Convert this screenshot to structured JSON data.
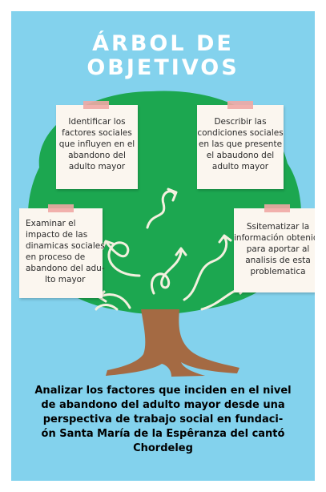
{
  "title": {
    "line1": "ÁRBOL DE",
    "line2": "OBJETIVOS"
  },
  "colors": {
    "background": "#83d2ed",
    "canopy": "#1ca750",
    "trunk": "#a46a43",
    "note": "#fbf6ef",
    "tape": "#f0a9a4",
    "title": "#ffffff"
  },
  "objectives": [
    {
      "lines": [
        "Identificar los",
        "factores sociales",
        "que influyen en el",
        "abandono del",
        "adulto mayor"
      ]
    },
    {
      "lines": [
        "Describir las",
        "condiciones sociales",
        "en las que presente",
        "el abaudono del",
        "adulto mayor"
      ]
    },
    {
      "lines": [
        "Examinar el",
        "impacto de las",
        "dinamicas sociales",
        "en proceso de",
        "abandono del adu-",
        "lto mayor"
      ]
    },
    {
      "lines": [
        "Ssitematizar  la",
        "información obtenida",
        "para aportar al",
        "analisis de esta",
        "problematica"
      ]
    }
  ],
  "general_objective": {
    "lines": [
      "Analizar los factores que inciden en el nivel",
      "de abandono del adulto mayor desde una",
      "perspectiva de trabajo social en fundaci-",
      "ón Santa María de la Espêranza del cantó",
      "Chordeleg"
    ]
  },
  "icons": {
    "arrows": "curly-arrow-icon",
    "tape": "tape-icon"
  }
}
